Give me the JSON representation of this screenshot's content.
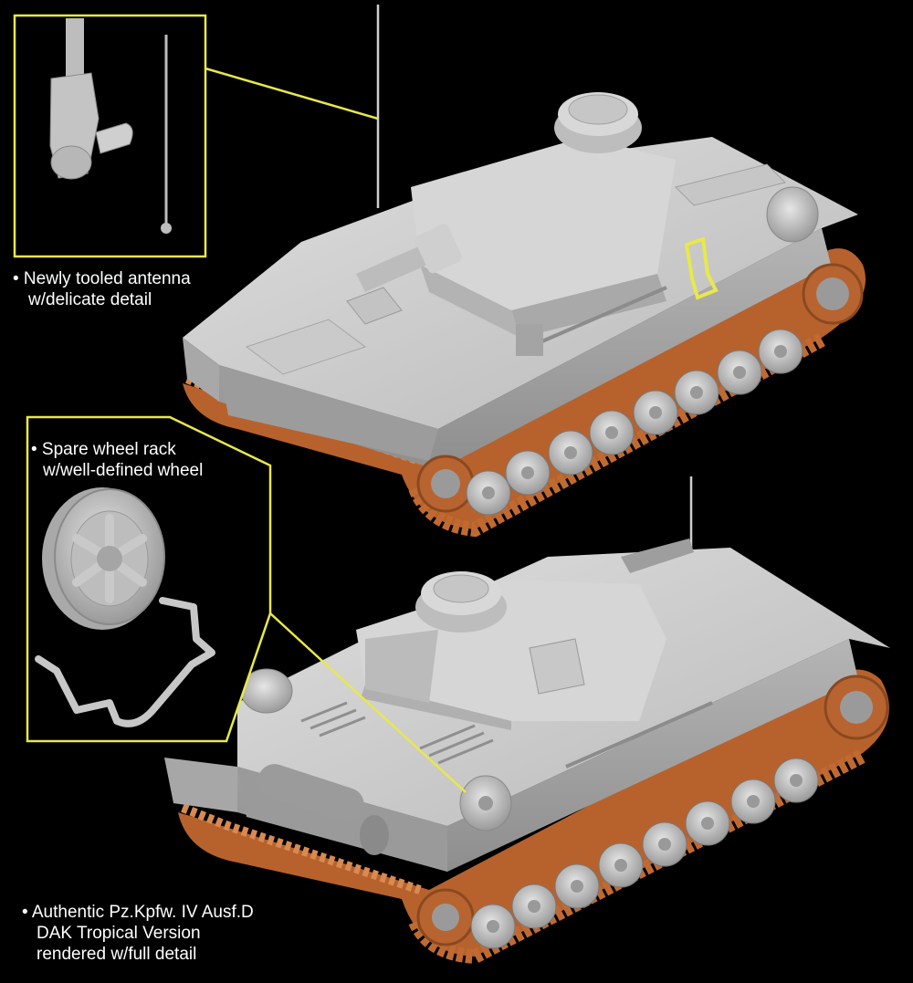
{
  "callouts": {
    "antenna": {
      "line1": "• Newly tooled antenna",
      "line2": "w/delicate detail"
    },
    "spare_wheel": {
      "line1": "• Spare wheel rack",
      "line2": "w/well-defined wheel"
    },
    "tank": {
      "line1": "• Authentic Pz.Kpfw. IV Ausf.D",
      "line2": "DAK Tropical Version",
      "line3": "rendered w/full detail"
    }
  },
  "colors": {
    "background": "#000000",
    "callout_line": "#e8e84a",
    "tank_body": "#c9c9c9",
    "track": "#c06a32",
    "text": "#ffffff"
  }
}
